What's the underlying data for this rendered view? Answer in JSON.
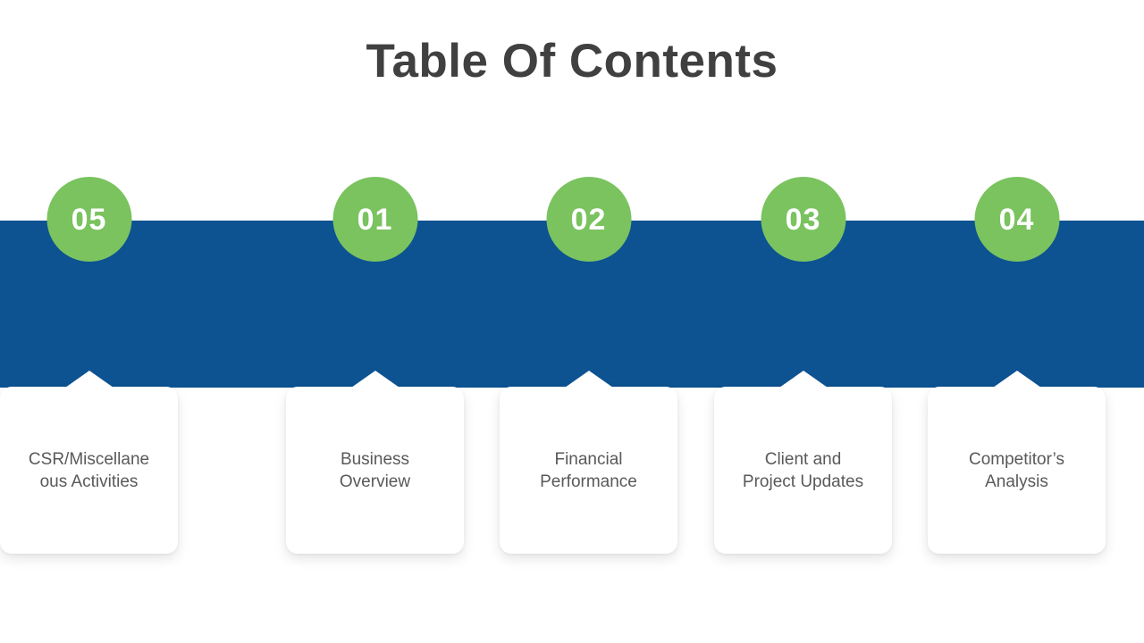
{
  "slide": {
    "title": "Table Of Contents",
    "colors": {
      "band_blue": "#0d5291",
      "circle_green": "#7ac35f",
      "title_gray": "#404040",
      "label_gray": "#595959",
      "card_white": "#ffffff"
    },
    "items": [
      {
        "number": "01",
        "label": "Business\nOverview"
      },
      {
        "number": "02",
        "label": "Financial\nPerformance"
      },
      {
        "number": "03",
        "label": "Client and\nProject Updates"
      },
      {
        "number": "04",
        "label": "Competitor’s\nAnalysis"
      },
      {
        "number": "05",
        "label": "CSR/Miscellane\nous Activities"
      }
    ]
  }
}
